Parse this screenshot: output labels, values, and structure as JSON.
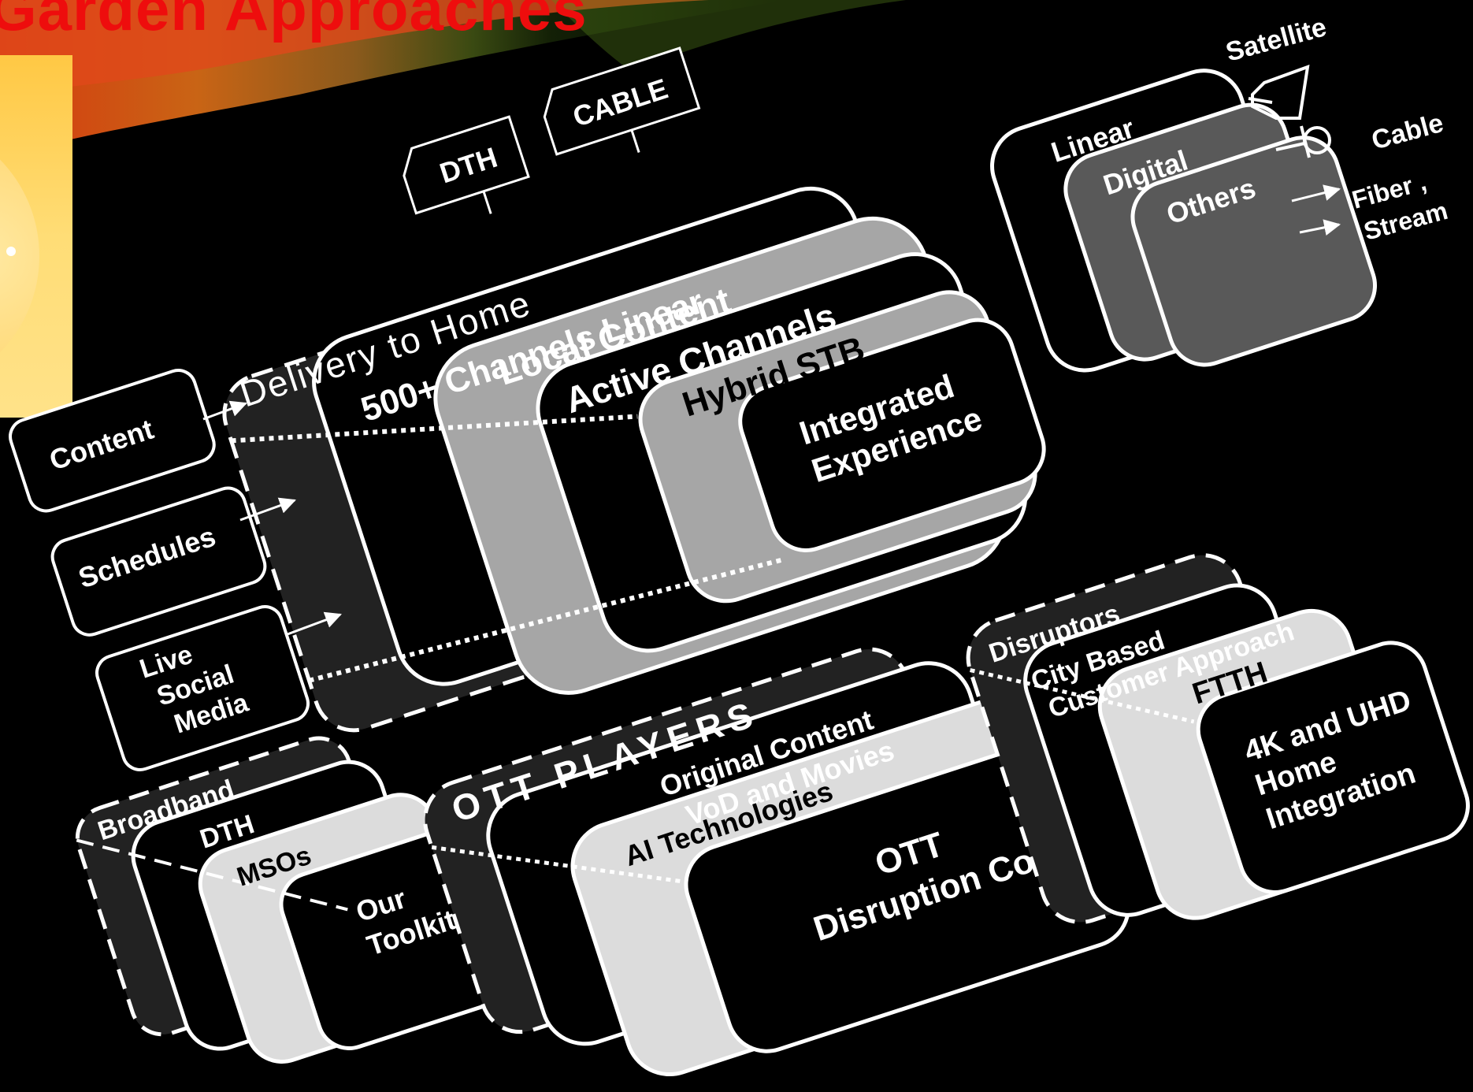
{
  "slide": {
    "title": "Garden Approaches"
  },
  "delivery": {
    "dth_tag": "DTH",
    "cable_tag": "CABLE",
    "label": "Delivery to Home"
  },
  "inputs": {
    "content": "Content",
    "schedules": "Schedules",
    "live_social_line1": "Live",
    "live_social_line2": "Social",
    "live_social_line3": "Media"
  },
  "main_stack": {
    "linear": "500+ Channels Linear",
    "local": "Local Content",
    "active": "Active Channels",
    "hybrid": "Hybrid STB",
    "integrated_line1": "Integrated",
    "integrated_line2": "Experience"
  },
  "distribution": {
    "linear": "Linear",
    "digital": "Digital",
    "others": "Others",
    "satellite": "Satellite",
    "cable": "Cable",
    "fiber_line1": "Fiber ,",
    "fiber_line2": "Stream"
  },
  "broadband_stack": {
    "broadband": "Broadband",
    "dth": "DTH",
    "msos": "MSOs",
    "toolkit_line1": "Our",
    "toolkit_line2": "Toolkit"
  },
  "ott_stack": {
    "players": "OTT PLAYERS",
    "original_line1": "Original Content",
    "original_line2": "VoD and Movies",
    "ai": "AI Technologies",
    "core_line1": "OTT",
    "core_line2": "Disruption Core"
  },
  "disruptor_stack": {
    "disruptors": "Disruptors",
    "city_line1": "City Based",
    "city_line2": "Customer Approach",
    "ftth": "FTTH",
    "uhd_line1": "4K and UHD",
    "uhd_line2": "Home",
    "uhd_line3": "Integration"
  },
  "colors": {
    "background": "#000000",
    "title": "#ee0d0d",
    "light_box": "#a6a6a6",
    "lighter_box": "#dcdcdc",
    "dark_box": "#595959",
    "stroke": "#ffffff"
  }
}
